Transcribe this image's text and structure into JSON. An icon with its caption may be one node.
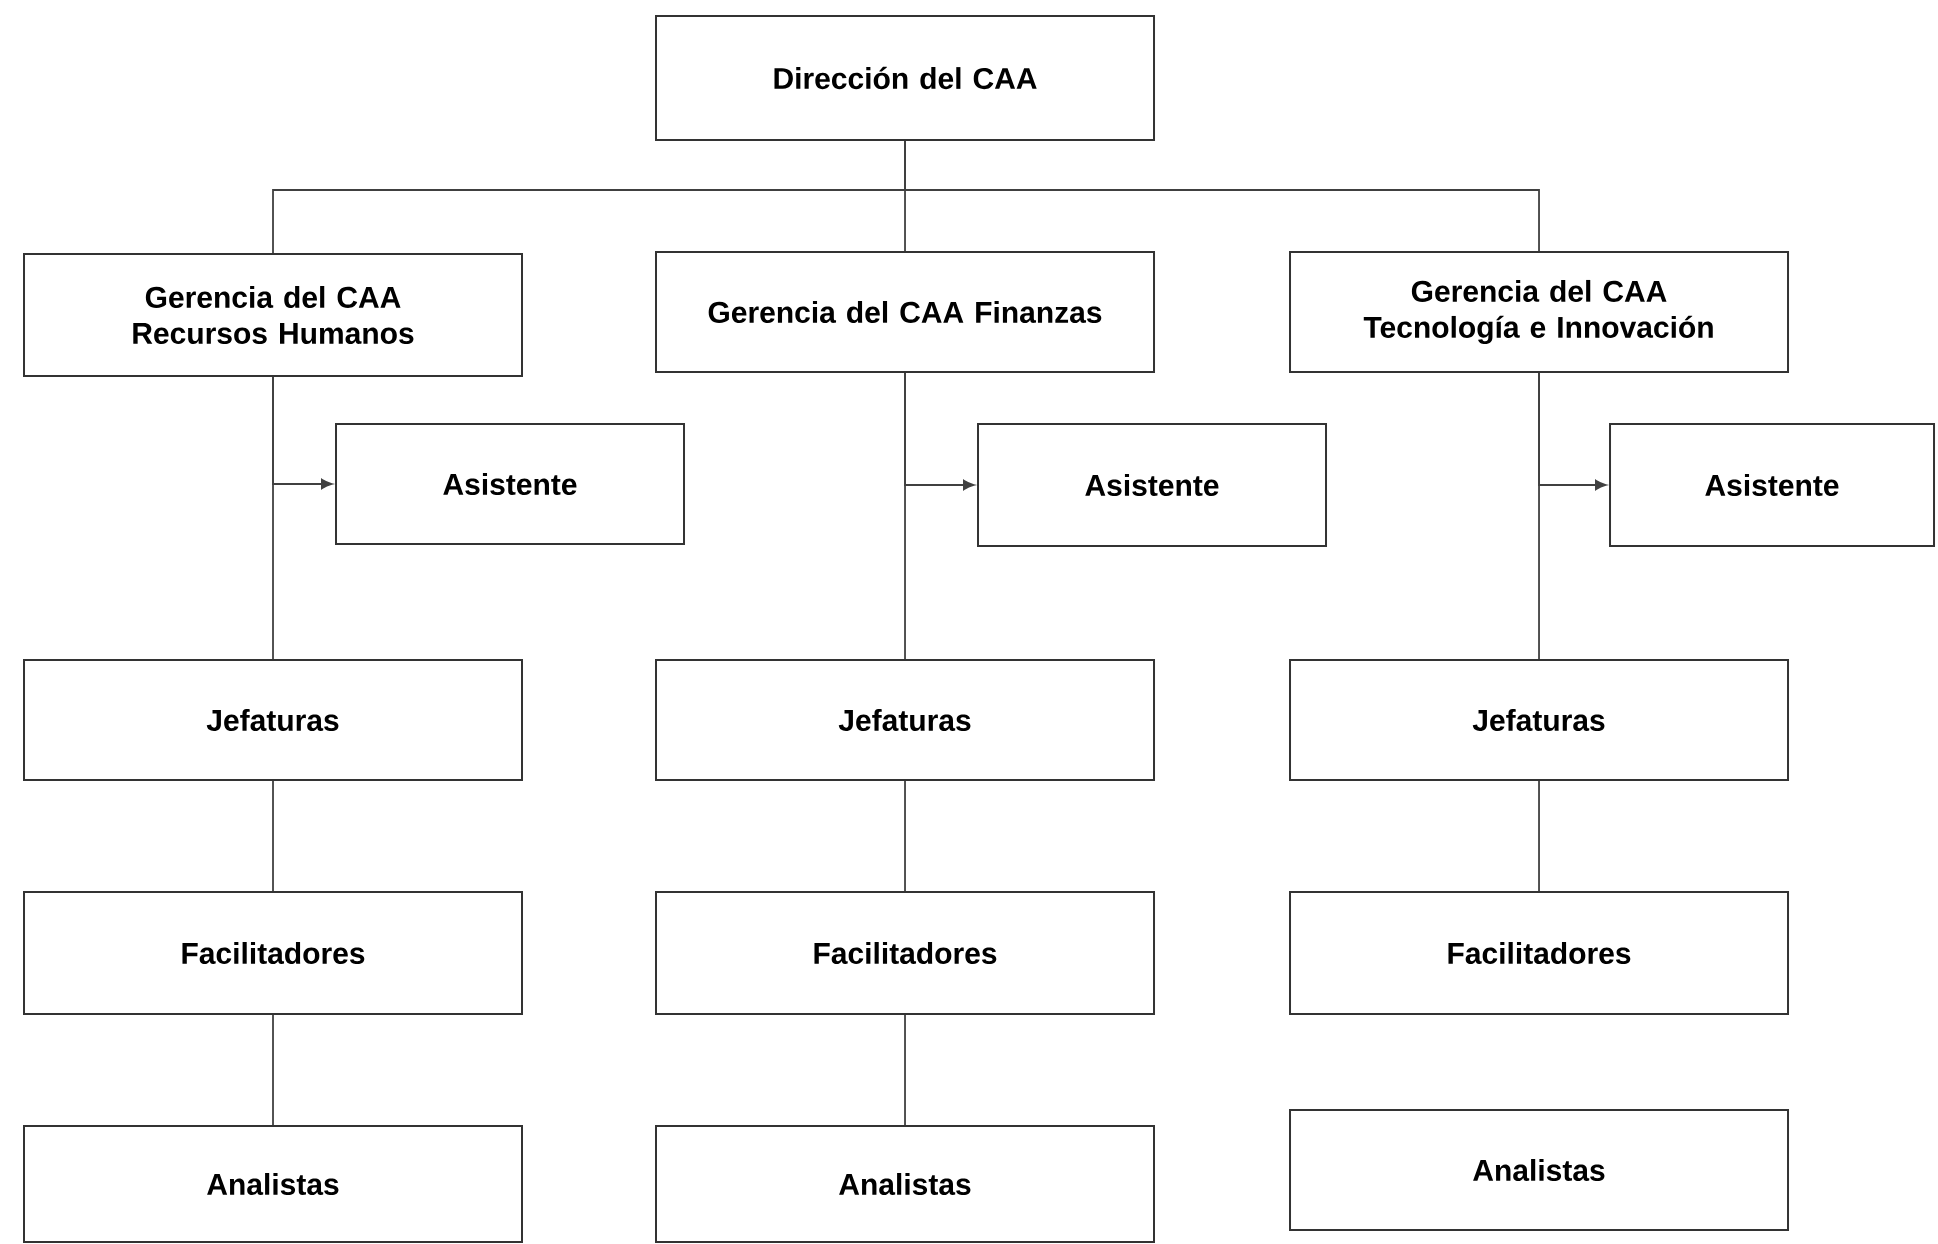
{
  "diagram": {
    "nodes": [
      {
        "text": [
          "Dirección del CAA"
        ]
      },
      {
        "text": [
          "Gerencia del CAA Recursos Humanos"
        ]
      },
      {
        "text": [
          "Gerencia del CAA Finanzas"
        ]
      },
      {
        "text": [
          "Gerencia del CAA Tecnología e Innovación"
        ]
      },
      {
        "text": [
          "Asistente"
        ]
      },
      {
        "text": [
          "Asistente"
        ]
      },
      {
        "text": [
          "Asistente"
        ]
      },
      {
        "text": [
          "Jefaturas"
        ]
      },
      {
        "text": [
          "Jefaturas"
        ]
      },
      {
        "text": [
          "Jefaturas"
        ]
      },
      {
        "text": [
          "Facilitadores"
        ]
      },
      {
        "text": [
          "Facilitadores"
        ]
      },
      {
        "text": [
          "Facilitadores"
        ]
      },
      {
        "text": [
          "Analistas"
        ]
      },
      {
        "text": [
          "Analistas"
        ]
      },
      {
        "text": [
          "Analistas"
        ]
      }
    ],
    "edges": [
      {
        "from": 0,
        "to": 1,
        "arrow": "none"
      },
      {
        "from": 0,
        "to": 2,
        "arrow": "none"
      },
      {
        "from": 0,
        "to": 3,
        "arrow": "none"
      },
      {
        "from": 1,
        "to": 4,
        "arrow": "to"
      },
      {
        "from": 2,
        "to": 5,
        "arrow": "to"
      },
      {
        "from": 3,
        "to": 6,
        "arrow": "to"
      },
      {
        "from": 1,
        "to": 7,
        "arrow": "none"
      },
      {
        "from": 2,
        "to": 8,
        "arrow": "none"
      },
      {
        "from": 3,
        "to": 9,
        "arrow": "none"
      },
      {
        "from": 7,
        "to": 10,
        "arrow": "none"
      },
      {
        "from": 8,
        "to": 11,
        "arrow": "none"
      },
      {
        "from": 9,
        "to": 12,
        "arrow": "none"
      },
      {
        "from": 10,
        "to": 13,
        "arrow": "none"
      },
      {
        "from": 11,
        "to": 14,
        "arrow": "none"
      }
    ]
  }
}
